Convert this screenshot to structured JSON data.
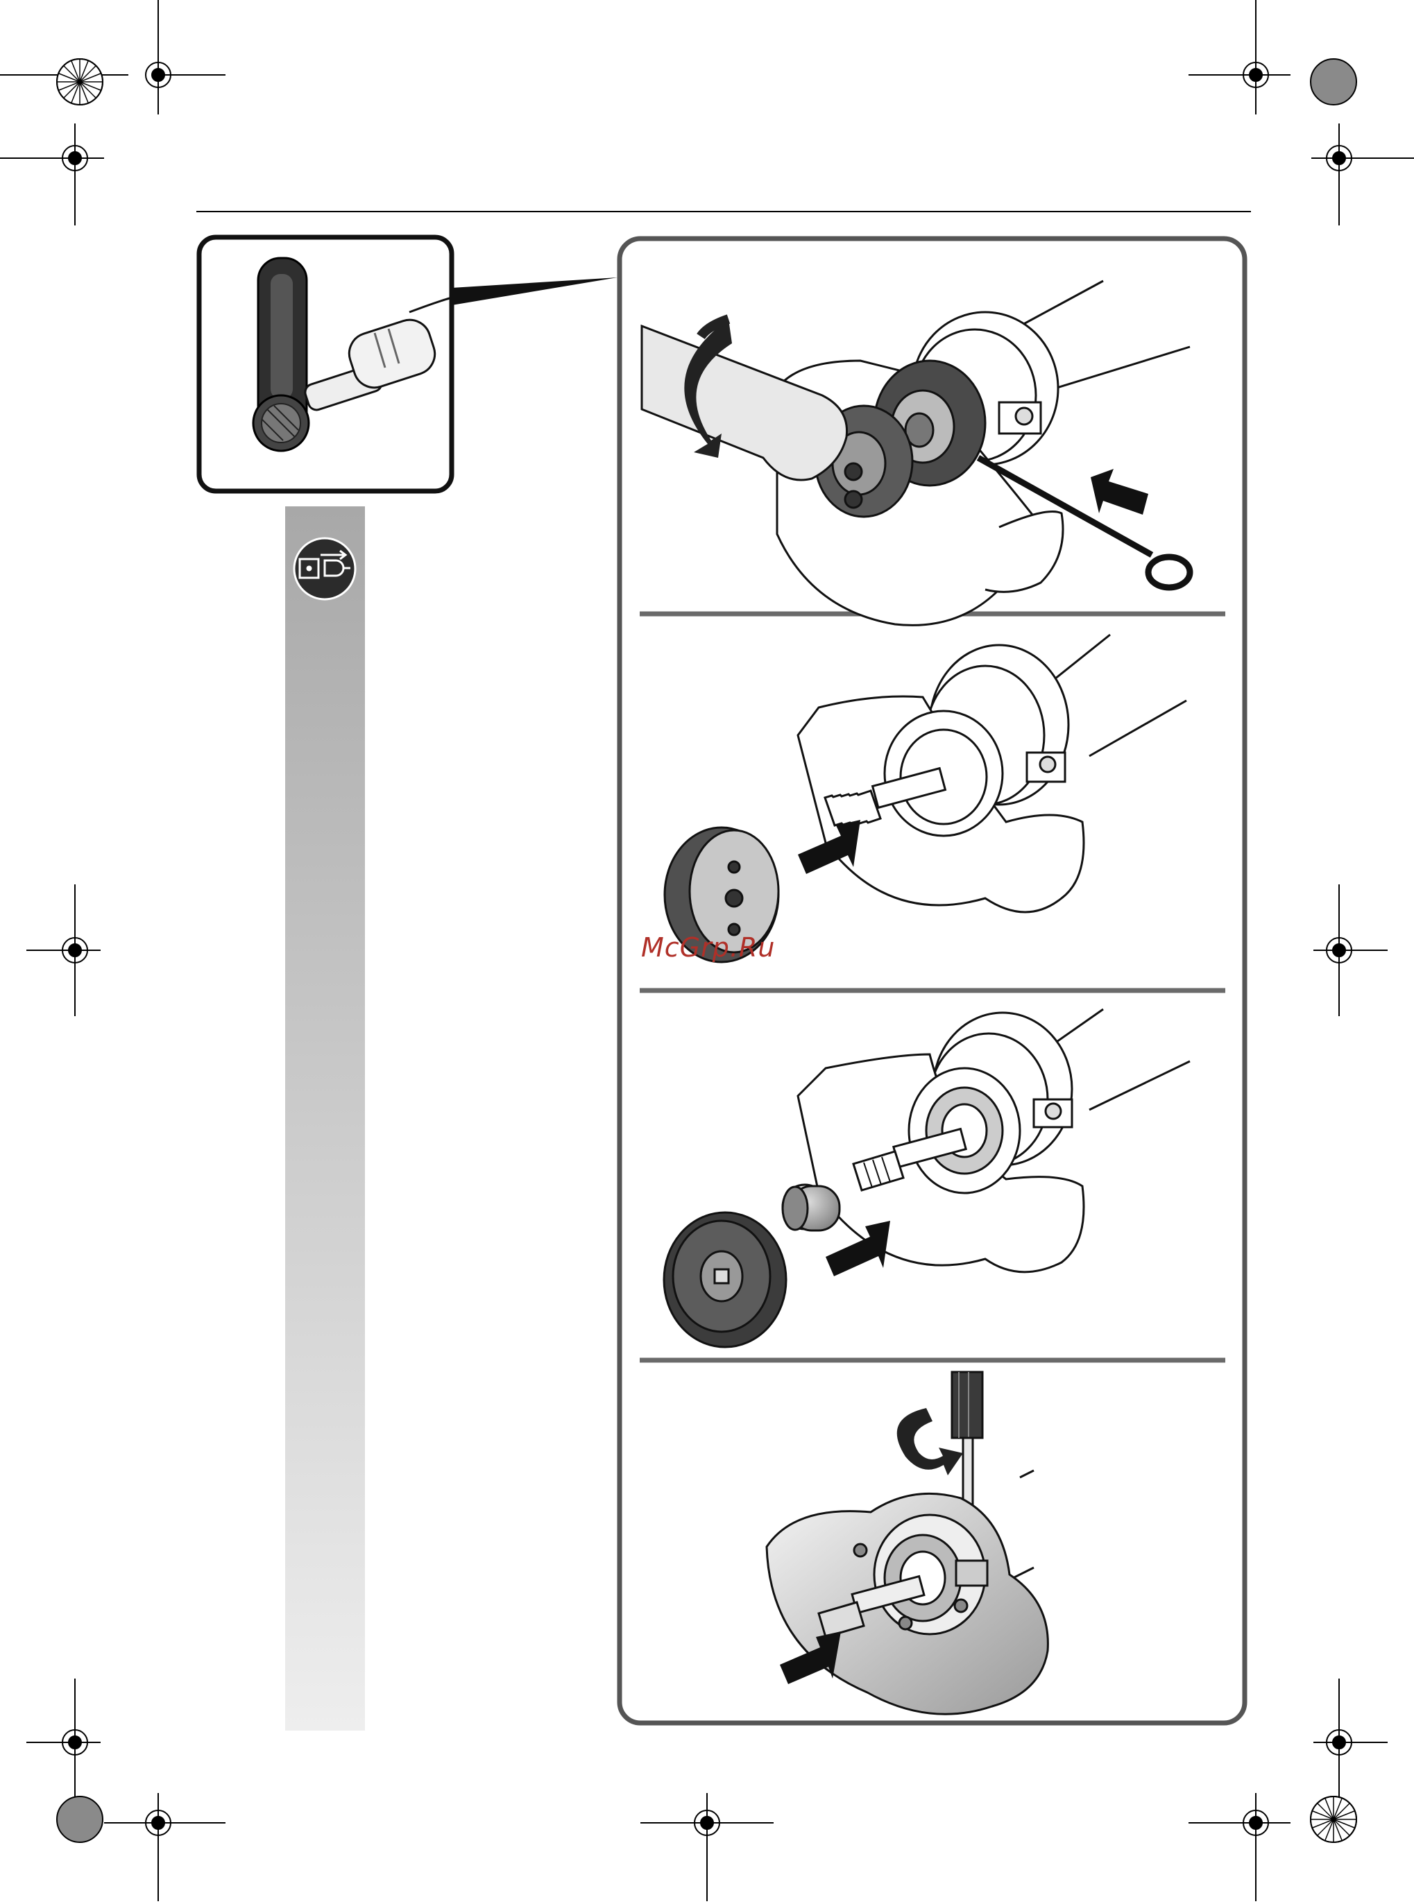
{
  "watermark": {
    "text": "McGrp.Ru",
    "color": "#b03028"
  },
  "icons": {
    "unplug": "unplug-before-work-icon",
    "rotate": "rotate-direction-arrow-icon",
    "push": "push-direction-arrow-icon",
    "pull": "pull-off-direction-arrow-icon"
  },
  "colors": {
    "frame": "#555555",
    "sidebar_top": "#a9a9a9",
    "sidebar_bottom": "#ececec",
    "line": "#1a1a1a",
    "metal_dark": "#3a3a3a",
    "metal_mid": "#8a8a8a"
  },
  "steps": [
    {
      "id": "step-1",
      "action": "loosen-nut-with-spanner"
    },
    {
      "id": "step-2",
      "action": "remove-clamping-flange"
    },
    {
      "id": "step-3",
      "action": "remove-flange-and-spacer"
    },
    {
      "id": "step-4",
      "action": "loosen-screw-remove-guard"
    }
  ]
}
